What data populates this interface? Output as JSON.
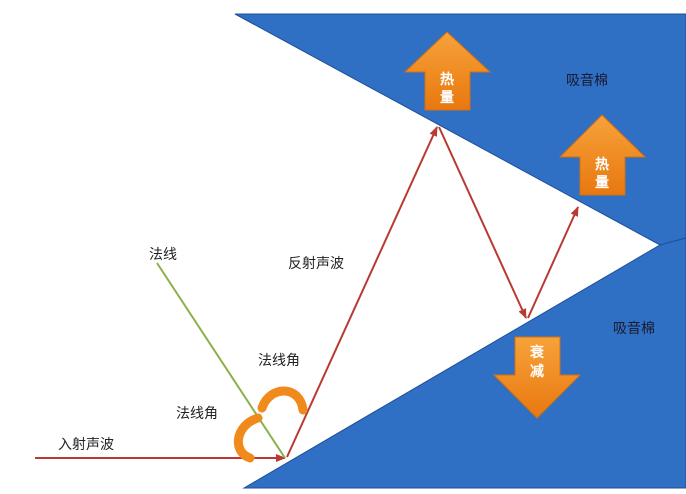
{
  "labels": {
    "incident_wave": "入射声波",
    "normal_line": "法线",
    "normal_angle_upper": "法线角",
    "normal_angle_lower": "法线角",
    "reflected_wave": "反射声波",
    "absorber_top": "吸音棉",
    "absorber_bottom": "吸音棉"
  },
  "arrows": {
    "heat_1": [
      "热",
      "量"
    ],
    "heat_2": [
      "热",
      "量"
    ],
    "reduction": [
      "衰",
      "减"
    ]
  },
  "colors": {
    "absorber_blue": "#2f6fc4",
    "absorber_edge": "#1f4f98",
    "wave_red": "#b83a33",
    "normal_green": "#8ab04a",
    "arrow_orange": "#f08a1c",
    "arrow_edge": "#d46f0e",
    "background": "#ffffff"
  }
}
